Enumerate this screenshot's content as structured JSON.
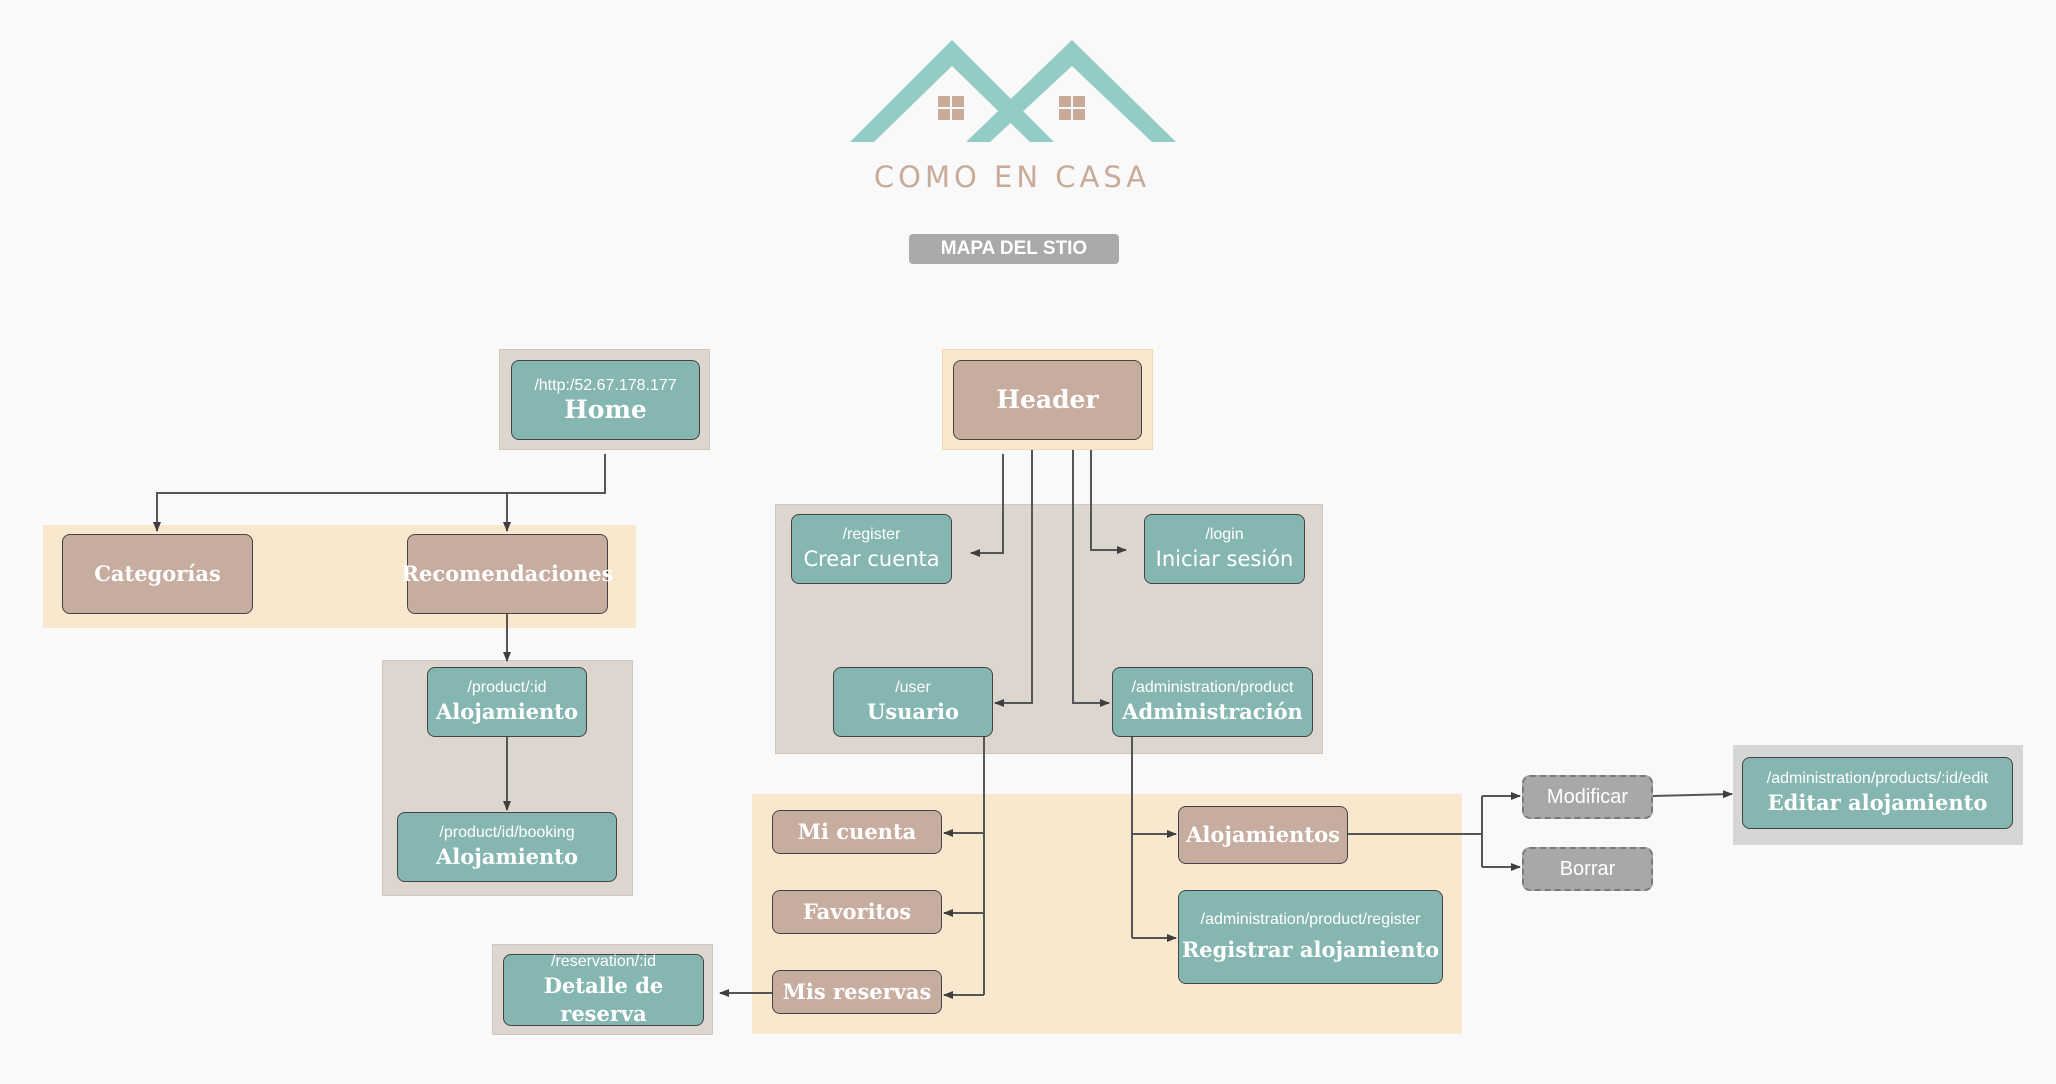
{
  "header": {
    "brand": "COMO EN CASA",
    "map_title": "MAPA DEL STIO"
  },
  "colors": {
    "teal": "#86b6b1",
    "tan": "#c7ada0",
    "gray": "#a8a8a8",
    "logo_roof": "#93cbc6",
    "logo_window": "#c9ab99",
    "cream_group": "#f8e8cd",
    "gray_group": "#dcd6cf"
  },
  "logo": {
    "icon": "two-houses-roof-icon"
  },
  "nodes": {
    "home": {
      "route": "/http:/52.67.178.177",
      "label": "Home"
    },
    "header_node": {
      "label": "Header"
    },
    "categorias": {
      "label": "Categorías"
    },
    "recomendaciones": {
      "label": "Recomendaciones"
    },
    "alojamiento_product": {
      "route": "/product/:id",
      "label": "Alojamiento"
    },
    "alojamiento_booking": {
      "route": "/product/id/booking",
      "label": "Alojamiento"
    },
    "crear_cuenta": {
      "route": "/register",
      "label": "Crear cuenta"
    },
    "iniciar_sesion": {
      "route": "/login",
      "label": "Iniciar sesión"
    },
    "usuario": {
      "route": "/user",
      "label": "Usuario"
    },
    "administracion": {
      "route": "/administration/product",
      "label": "Administración"
    },
    "mi_cuenta": {
      "label": "Mi cuenta"
    },
    "favoritos": {
      "label": "Favoritos"
    },
    "mis_reservas": {
      "label": "Mis reservas"
    },
    "detalle_reserva": {
      "route": "/reservation/:id",
      "label": "Detalle de reserva"
    },
    "alojamientos": {
      "label": "Alojamientos"
    },
    "registrar_alojamiento": {
      "route": "/administration/product/register",
      "label": "Registrar alojamiento"
    },
    "modificar": {
      "label": "Modificar"
    },
    "borrar": {
      "label": "Borrar"
    },
    "editar_alojamiento": {
      "route": "/administration/products/:id/edit",
      "label": "Editar alojamiento"
    }
  }
}
